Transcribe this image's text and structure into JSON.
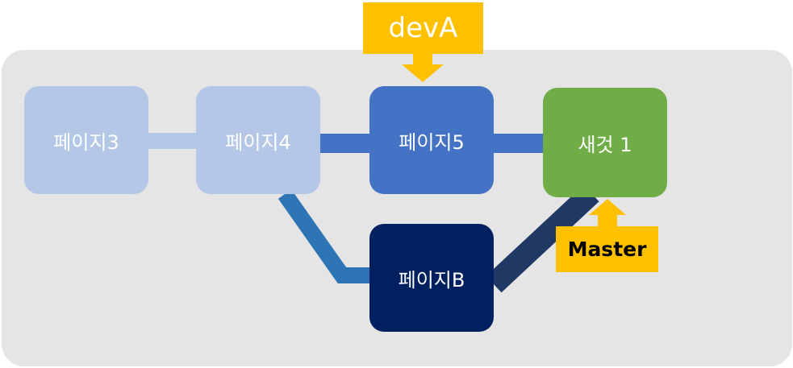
{
  "nodes": {
    "page3": "페이지3",
    "page4": "페이지4",
    "page5": "페이지5",
    "new1": "새것 1",
    "pageB": "페이지B"
  },
  "labels": {
    "devA": "devA",
    "master": "Master"
  },
  "colors": {
    "panel": "#e5e5e5",
    "light_node": "#b4c7e7",
    "mid_node": "#4472c4",
    "new_node": "#70ad47",
    "dark_node": "#002060",
    "tag": "#ffc000",
    "link_light": "#b4c7e7",
    "link_mid": "#4472c4",
    "link_branch": "#2e75b6",
    "link_dark": "#203864"
  }
}
